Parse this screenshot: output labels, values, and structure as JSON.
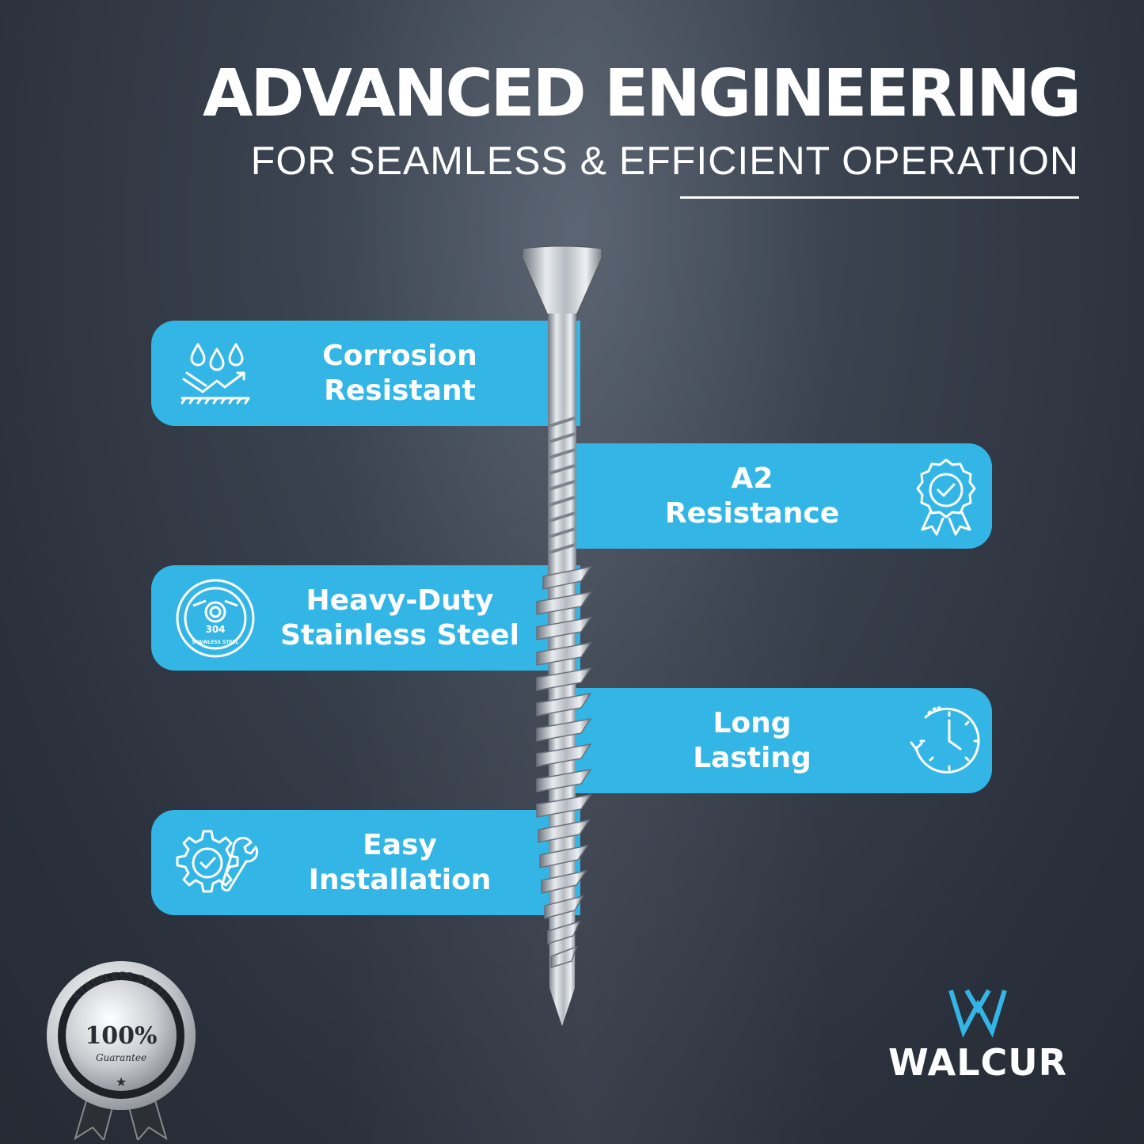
{
  "headline": {
    "title": "ADVANCED ENGINEERING",
    "subtitle": "FOR SEAMLESS & EFFICIENT OPERATION"
  },
  "features": [
    {
      "line1": "Corrosion",
      "line2": "Resistant",
      "icon": "water-drops-shield-icon"
    },
    {
      "line1": "A2",
      "line2": "Resistance",
      "icon": "award-badge-icon"
    },
    {
      "line1": "Heavy-Duty",
      "line2": "Stainless Steel",
      "icon": "steel-304-badge-icon",
      "badge_number": "304",
      "badge_text": "STAINLESS STEEL"
    },
    {
      "line1": "Long",
      "line2": "Lasting",
      "icon": "clock-icon"
    },
    {
      "line1": "Easy",
      "line2": "Installation",
      "icon": "gear-wrench-icon"
    }
  ],
  "seal": {
    "top_text": "STAINLESS STEEL",
    "percent": "100%",
    "guarantee": "Guarantee"
  },
  "brand": {
    "name": "WALCUR",
    "color": "#33b6e6"
  },
  "colors": {
    "pill": "#33b6e6",
    "background": "#2f3540"
  }
}
